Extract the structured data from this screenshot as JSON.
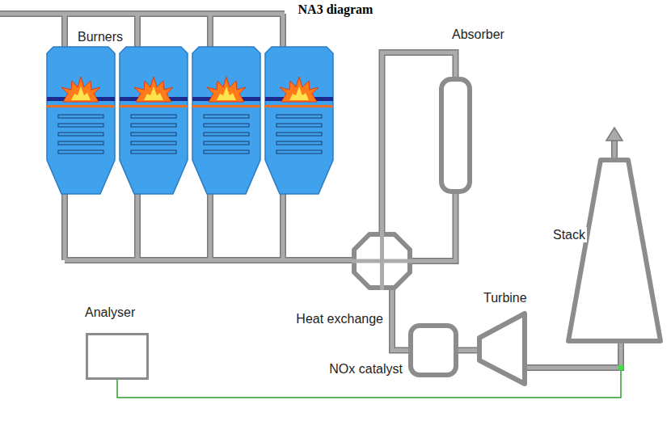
{
  "diagram": {
    "title": "NA3 diagram",
    "nodes": [
      {
        "text": [
          "Absorber"
        ]
      },
      {
        "text": [
          "Heat exchange"
        ]
      },
      {
        "text": [
          "NOx catalyst"
        ]
      },
      {
        "text": [
          "Turbine"
        ]
      },
      {
        "text": [
          "Stack"
        ]
      },
      {
        "text": [
          "Analyser"
        ]
      }
    ],
    "edges": [
      {
        "from": 1,
        "to": 0,
        "arrow": "none"
      },
      {
        "from": 0,
        "to": 1,
        "arrow": "none"
      },
      {
        "from": 1,
        "to": 2,
        "arrow": "none"
      },
      {
        "from": 2,
        "to": 3,
        "arrow": "none"
      },
      {
        "from": 3,
        "to": 4,
        "arrow": "none"
      },
      {
        "from": 5,
        "to": 4,
        "arrow": "none"
      }
    ],
    "labels": [
      "Burners"
    ]
  }
}
